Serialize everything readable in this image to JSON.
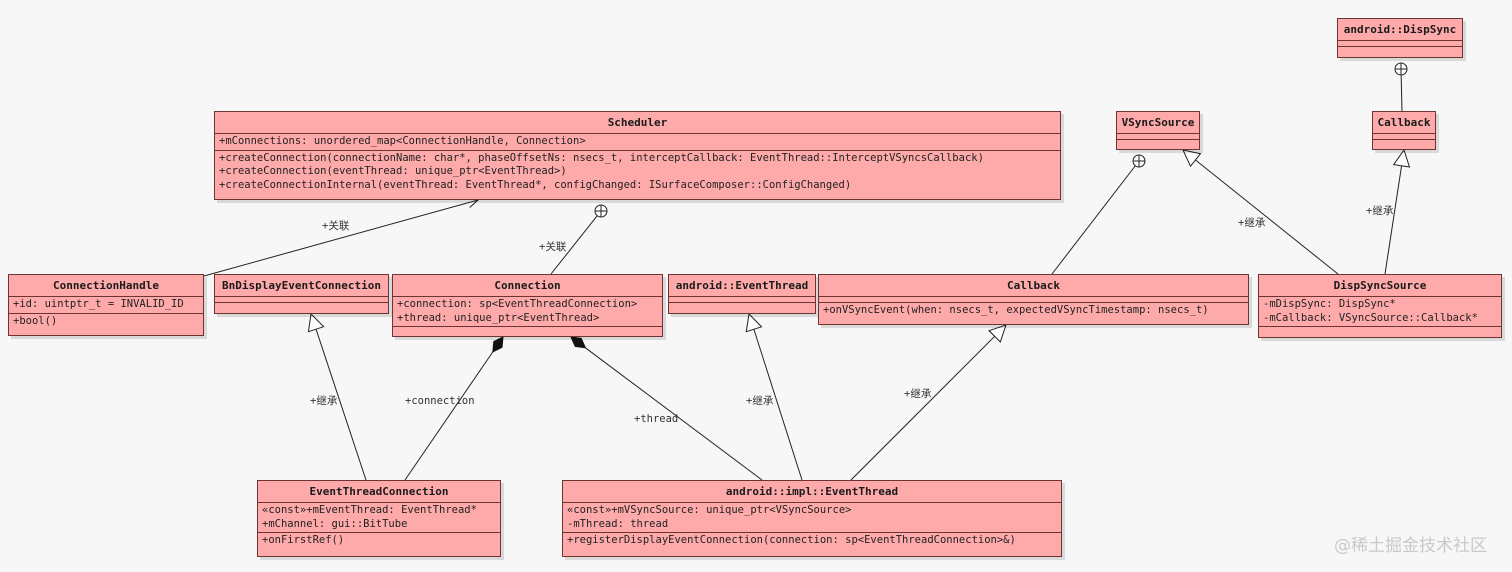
{
  "diagram": {
    "type": "uml-class",
    "classes": [
      {
        "id": "scheduler",
        "name": "Scheduler",
        "attributes": [
          "+mConnections: unordered_map<ConnectionHandle, Connection>"
        ],
        "operations": [
          "+createConnection(connectionName: char*, phaseOffsetNs: nsecs_t, interceptCallback: EventThread::InterceptVSyncsCallback)",
          "+createConnection(eventThread: unique_ptr<EventThread>)",
          "+createConnectionInternal(eventThread: EventThread*, configChanged: ISurfaceComposer::ConfigChanged)"
        ]
      },
      {
        "id": "connection-handle",
        "name": "ConnectionHandle",
        "attributes": [
          "+id: uintptr_t = INVALID_ID"
        ],
        "operations": [
          "+bool()"
        ]
      },
      {
        "id": "bn-display-event-connection",
        "name": "BnDisplayEventConnection",
        "attributes": [],
        "operations": []
      },
      {
        "id": "connection",
        "name": "Connection",
        "attributes": [
          "+connection: sp<EventThreadConnection>",
          "+thread: unique_ptr<EventThread>"
        ],
        "operations": []
      },
      {
        "id": "android-event-thread",
        "name": "android::EventThread",
        "attributes": [],
        "operations": []
      },
      {
        "id": "callback-vsync",
        "name": "Callback",
        "attributes": [],
        "operations": [
          "+onVSyncEvent(when: nsecs_t, expectedVSyncTimestamp: nsecs_t)"
        ]
      },
      {
        "id": "vsync-source",
        "name": "VSyncSource",
        "attributes": [],
        "operations": []
      },
      {
        "id": "android-dispsync",
        "name": "android::DispSync",
        "attributes": [],
        "operations": []
      },
      {
        "id": "callback-dispsync",
        "name": "Callback",
        "attributes": [],
        "operations": []
      },
      {
        "id": "dispsync-source",
        "name": "DispSyncSource",
        "attributes": [
          "-mDispSync: DispSync*",
          "-mCallback: VSyncSource::Callback*"
        ],
        "operations": []
      },
      {
        "id": "event-thread-connection",
        "name": "EventThreadConnection",
        "attributes": [
          "«const»+mEventThread: EventThread*",
          "+mChannel: gui::BitTube"
        ],
        "operations": [
          "+onFirstRef()"
        ]
      },
      {
        "id": "impl-event-thread",
        "name": "android::impl::EventThread",
        "attributes": [
          "«const»+mVSyncSource: unique_ptr<VSyncSource>",
          "-mThread: thread"
        ],
        "operations": [
          "+registerDisplayEventConnection(connection: sp<EventThreadConnection>&)"
        ]
      }
    ],
    "relations": [
      {
        "id": "r-handle-scheduler",
        "kind": "association",
        "from": "connection-handle",
        "to": "scheduler",
        "label": "+关联"
      },
      {
        "id": "r-connection-scheduler",
        "kind": "nested",
        "from": "connection",
        "to": "scheduler",
        "label": "+关联"
      },
      {
        "id": "r-etc-bn",
        "kind": "inheritance",
        "from": "event-thread-connection",
        "to": "bn-display-event-connection",
        "label": "+继承"
      },
      {
        "id": "r-etc-connection",
        "kind": "composition",
        "from": "event-thread-connection",
        "to": "connection",
        "label": "+connection"
      },
      {
        "id": "r-impl-connection",
        "kind": "composition",
        "from": "impl-event-thread",
        "to": "connection",
        "label": "+thread"
      },
      {
        "id": "r-impl-eventthread",
        "kind": "inheritance",
        "from": "impl-event-thread",
        "to": "android-event-thread",
        "label": "+继承"
      },
      {
        "id": "r-impl-callback",
        "kind": "inheritance",
        "from": "impl-event-thread",
        "to": "callback-vsync",
        "label": "+继承"
      },
      {
        "id": "r-callback-vsyncsource",
        "kind": "nested",
        "from": "callback-vsync",
        "to": "vsync-source",
        "label": ""
      },
      {
        "id": "r-dss-vsyncsource",
        "kind": "inheritance",
        "from": "dispsync-source",
        "to": "vsync-source",
        "label": "+继承"
      },
      {
        "id": "r-dss-callback",
        "kind": "inheritance",
        "from": "dispsync-source",
        "to": "callback-dispsync",
        "label": "+继承"
      },
      {
        "id": "r-callback-dispsync",
        "kind": "nested",
        "from": "callback-dispsync",
        "to": "android-dispsync",
        "label": ""
      }
    ]
  },
  "watermark": "@稀土掘金技术社区"
}
